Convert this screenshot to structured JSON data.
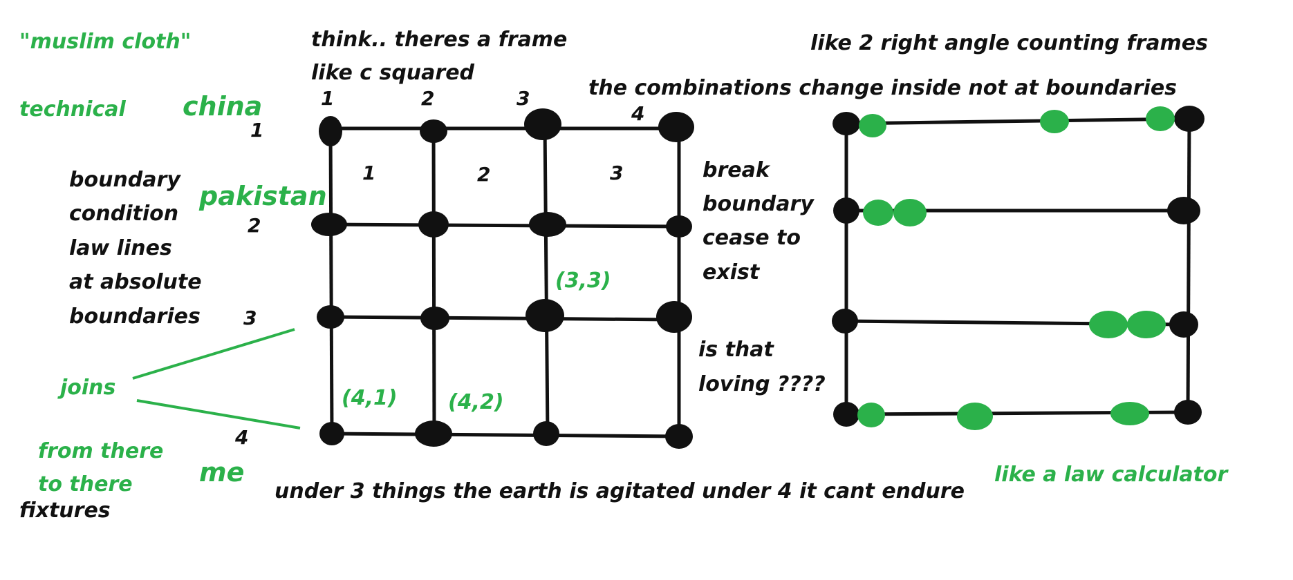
{
  "colors": {
    "green": "#2bb14a",
    "black": "#111111",
    "background": "#ffffff"
  },
  "left_notes": {
    "muslim_cloth": "\"muslim cloth\"",
    "technical": "technical",
    "china": "china",
    "pakistan": "pakistan",
    "boundary_lines": [
      "boundary",
      "condition",
      "law lines",
      "at absolute",
      "boundaries"
    ],
    "joins": "joins",
    "from_there": "from there",
    "to_there": "to there",
    "me": "me",
    "fixtures": "fixtures"
  },
  "top_notes": [
    "think.. theres a frame",
    "like c squared"
  ],
  "grid": {
    "column_labels": [
      "1",
      "2",
      "3",
      "4"
    ],
    "row_labels": [
      "1",
      "2",
      "3",
      "4"
    ],
    "cell_labels": [
      "1",
      "2",
      "3"
    ],
    "coordinates": [
      "(3,3)",
      "(4,1)",
      "(4,2)"
    ]
  },
  "middle_notes": {
    "break_lines": [
      "break",
      "boundary",
      "cease to",
      "exist"
    ],
    "loving_lines": [
      "is that",
      "loving ????"
    ]
  },
  "right_notes": {
    "counting_frames": "like 2 right angle  counting frames",
    "combinations": "the combinations change inside not at boundaries",
    "law_calculator": "like a law calculator"
  },
  "bottom_note": "under 3 things the earth is agitated under 4 it cant endure"
}
